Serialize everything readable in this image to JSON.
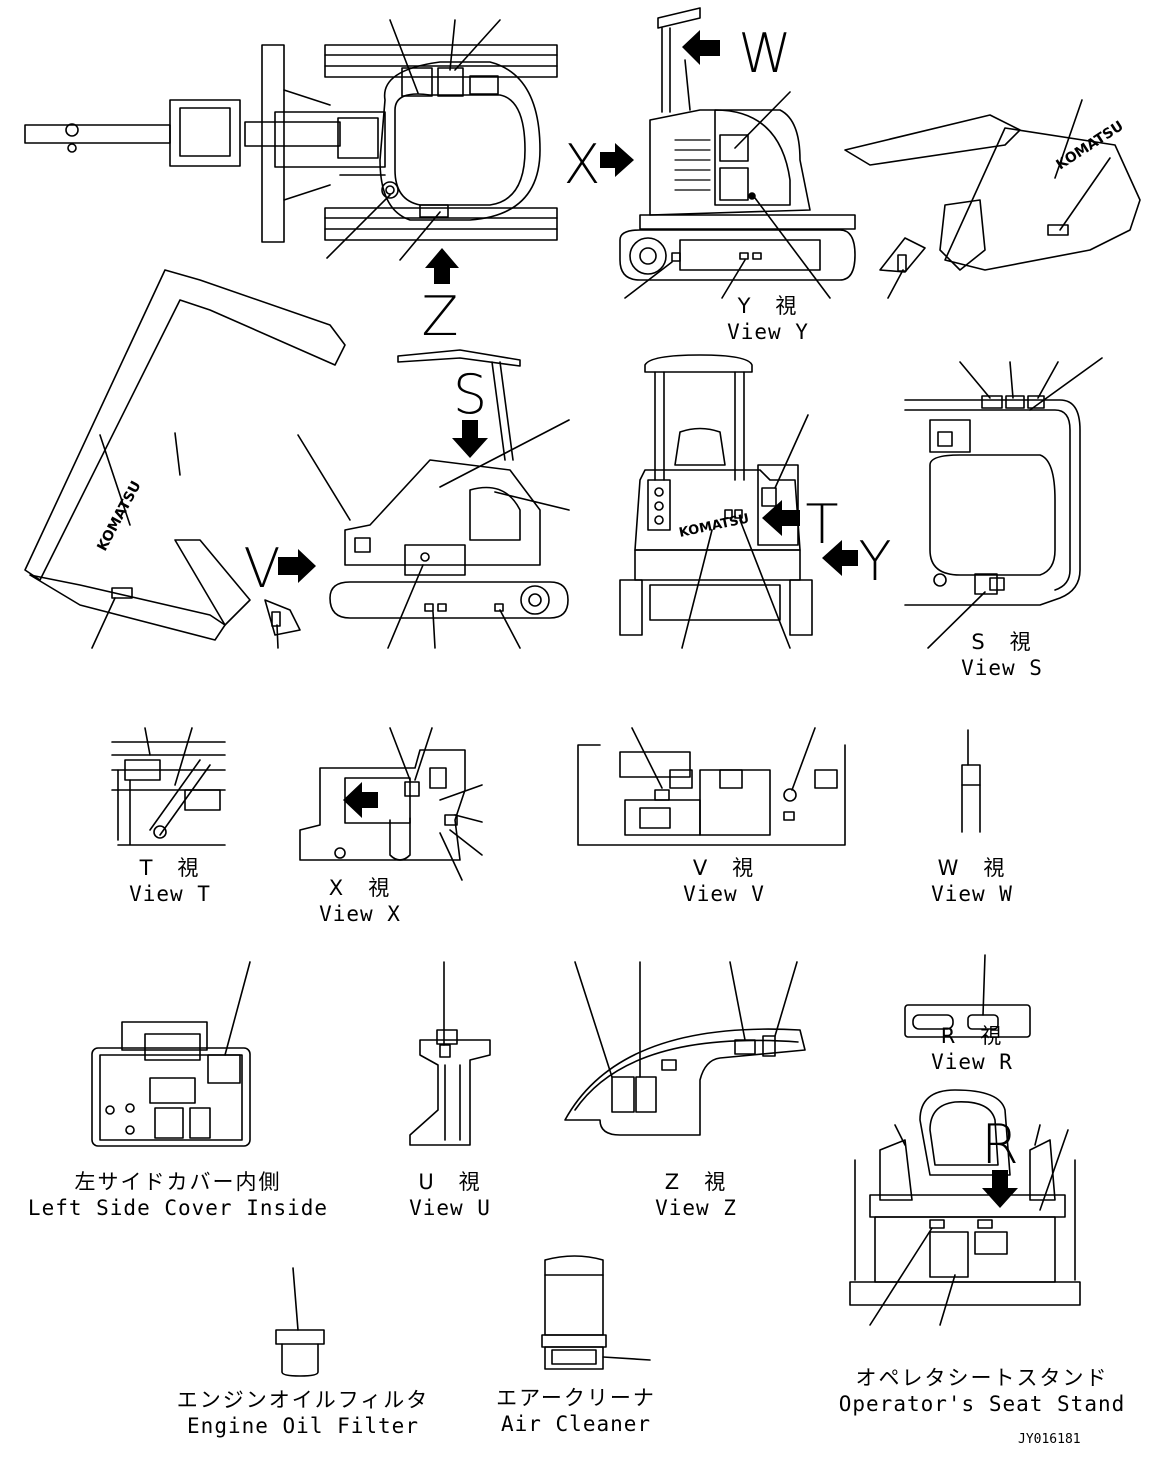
{
  "views": {
    "view_y": {
      "jp": "Y　視",
      "en": "View Y"
    },
    "view_s": {
      "jp": "S　視",
      "en": "View S"
    },
    "view_t": {
      "jp": "T　視",
      "en": "View T"
    },
    "view_x": {
      "jp": "X　視",
      "en": "View X"
    },
    "view_v": {
      "jp": "V　視",
      "en": "View V"
    },
    "view_w": {
      "jp": "W　視",
      "en": "View W"
    },
    "view_r": {
      "jp": "R　視",
      "en": "View R"
    },
    "view_u": {
      "jp": "U　視",
      "en": "View U"
    },
    "view_z": {
      "jp": "Z　視",
      "en": "View Z"
    }
  },
  "parts": {
    "left_side_cover": {
      "jp": "左サイドカバー内側",
      "en": "Left Side Cover Inside"
    },
    "engine_oil_filter": {
      "jp": "エンジンオイルフィルタ",
      "en": "Engine Oil Filter"
    },
    "air_cleaner": {
      "jp": "エアークリーナ",
      "en": "Air Cleaner"
    },
    "operator_seat_stand": {
      "jp": "オペレタシートスタンド",
      "en": "Operator's Seat Stand"
    }
  },
  "arrow_letters": {
    "w": "W",
    "x": "X",
    "z": "Z",
    "s": "S",
    "v": "V",
    "t": "T",
    "y": "Y",
    "r": "R"
  },
  "brand_decal": "KOMATSU",
  "drawing_code": "JY016181"
}
